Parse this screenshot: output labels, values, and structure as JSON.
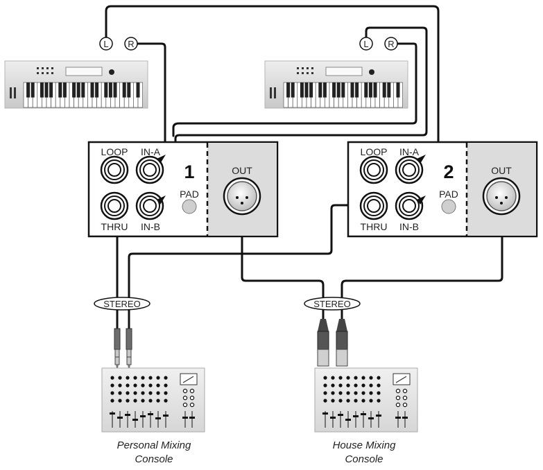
{
  "unit1": {
    "number": "1",
    "loop": "LOOP",
    "in_a": "IN-A",
    "thru": "THRU",
    "in_b": "IN-B",
    "pad": "PAD",
    "out": "OUT"
  },
  "unit2": {
    "number": "2",
    "loop": "LOOP",
    "in_a": "IN-A",
    "thru": "THRU",
    "in_b": "IN-B",
    "pad": "PAD",
    "out": "OUT"
  },
  "keyboard1": {
    "left": "L",
    "right": "R"
  },
  "keyboard2": {
    "left": "L",
    "right": "R"
  },
  "cable_stereo_1": "STEREO",
  "cable_stereo_2": "STEREO",
  "console1": {
    "line1": "Personal Mixing",
    "line2": "Console"
  },
  "console2": {
    "line1": "House Mixing",
    "line2": "Console"
  }
}
